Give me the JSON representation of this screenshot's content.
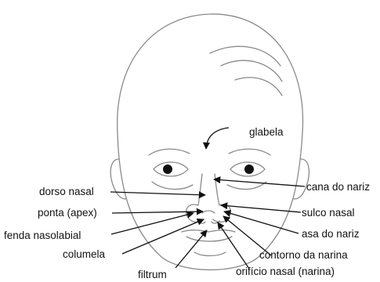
{
  "labels": {
    "glabela": "glabela",
    "cana_do_nariz": "cana do nariz",
    "dorso_nasal": "dorso nasal",
    "ponta_apex": "ponta (apex)",
    "sulco_nasal": "sulco nasal",
    "fenda_nasolabial": "fenda nasolabial",
    "asa_do_nariz": "asa do nariz",
    "columela": "columela",
    "contorno_da_narina": "contorno da narina",
    "filtrum": "filtrum",
    "orificio_nasal": "orifício nasal (narina)"
  }
}
